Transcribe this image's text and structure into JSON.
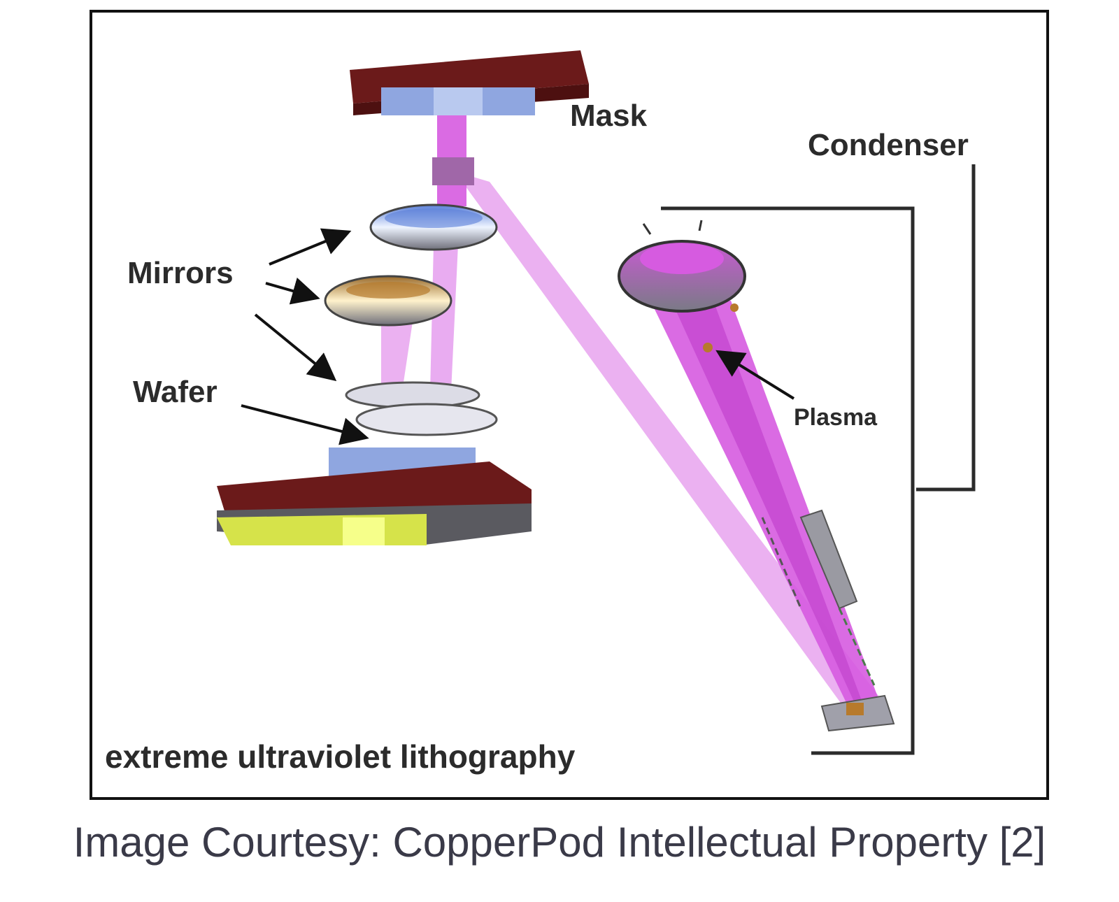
{
  "diagram": {
    "labels": {
      "mask": "Mask",
      "condenser": "Condenser",
      "mirrors": "Mirrors",
      "wafer": "Wafer",
      "plasma": "Plasma",
      "footer": "extreme ultraviolet lithography"
    },
    "colors": {
      "beam": "#d65be0",
      "beam_light": "#e7a3ef",
      "mask_body": "#6b1a1a",
      "mask_plate": "#8fa6e0",
      "stage_base": "#d6e34a",
      "bracket": "#2b2b2b",
      "frame": "#111111"
    },
    "icons": [
      "arrow-icon"
    ]
  },
  "caption": {
    "text": "Image Courtesy: CopperPod Intellectual Property [2]"
  }
}
